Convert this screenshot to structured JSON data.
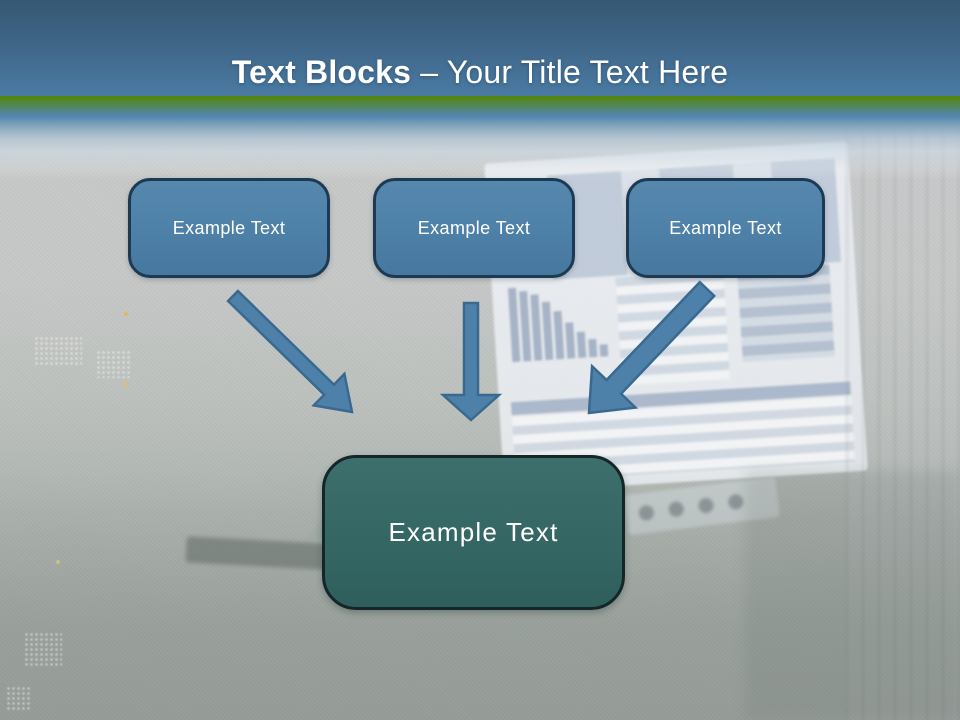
{
  "slide": {
    "title": {
      "bold": "Text Blocks",
      "rest": " – Your Title Text Here"
    },
    "blocks": [
      {
        "label": "Example Text"
      },
      {
        "label": "Example Text"
      },
      {
        "label": "Example Text"
      }
    ],
    "result": {
      "label": "Example Text"
    }
  },
  "colors": {
    "title_text": "#ffffff",
    "header_top": "#365873",
    "header_bottom": "#5386ae",
    "block_fill": "#4f82a9",
    "block_border": "#1e3a52",
    "block_text": "#ffffff",
    "result_fill": "#356865",
    "result_border": "#152629",
    "arrow_fill": "#4d81a9",
    "arrow_stroke": "#3a6990"
  }
}
